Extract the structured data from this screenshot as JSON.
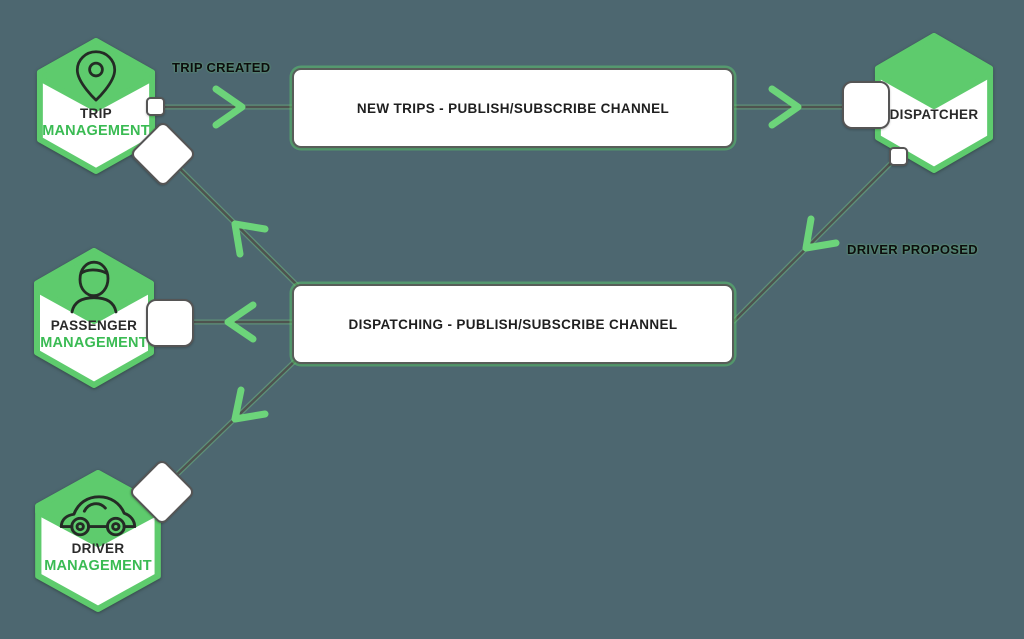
{
  "colors": {
    "background": "#4D6770",
    "green": "#5ECB6D",
    "green_text": "#3ABB53",
    "arrow_green": "#6CD47A",
    "line_gray": "#4E534F",
    "border_gray": "#555555",
    "text_dark": "#222222"
  },
  "nodes": {
    "trip_management": {
      "title": "TRIP",
      "subtitle": "MANAGEMENT",
      "icon": "map-pin-icon"
    },
    "dispatcher": {
      "title": "DISPATCHER",
      "icon": "none"
    },
    "passenger_management": {
      "title": "PASSENGER",
      "subtitle": "MANAGEMENT",
      "icon": "person-icon"
    },
    "driver_management": {
      "title": "DRIVER",
      "subtitle": "MANAGEMENT",
      "icon": "car-icon"
    }
  },
  "channels": {
    "new_trips": "NEW TRIPS - PUBLISH/SUBSCRIBE CHANNEL",
    "dispatching": "DISPATCHING - PUBLISH/SUBSCRIBE CHANNEL"
  },
  "edge_labels": {
    "trip_created": "TRIP CREATED",
    "driver_proposed": "DRIVER PROPOSED"
  }
}
